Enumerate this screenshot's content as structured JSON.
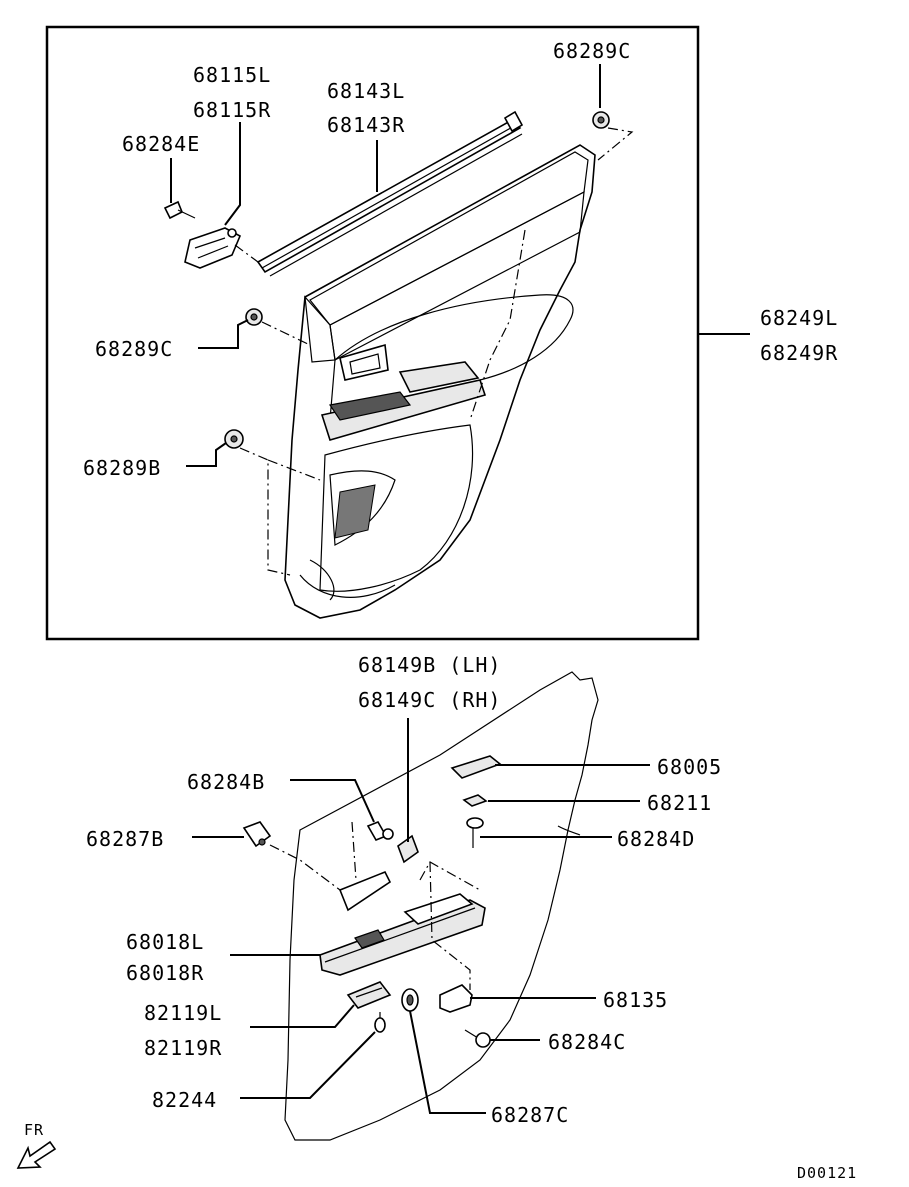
{
  "labels": {
    "p68289C_top": "68289C",
    "p68115L": "68115L",
    "p68115R": "68115R",
    "p68143L": "68143L",
    "p68143R": "68143R",
    "p68284E": "68284E",
    "p68289C_mid": "68289C",
    "p68249L": "68249L",
    "p68249R": "68249R",
    "p68289B": "68289B",
    "p68149B": "68149B (LH)",
    "p68149C": "68149C (RH)",
    "p68005": "68005",
    "p68284B": "68284B",
    "p68211": "68211",
    "p68287B": "68287B",
    "p68284D": "68284D",
    "p68018L": "68018L",
    "p68018R": "68018R",
    "p68135": "68135",
    "p82119L": "82119L",
    "p82119R": "82119R",
    "p68284C": "68284C",
    "p82244": "82244",
    "p68287C": "68287C"
  },
  "orientation": "FR",
  "drawing_code": "D00121",
  "icons": [
    "front-direction-arrow-icon"
  ]
}
